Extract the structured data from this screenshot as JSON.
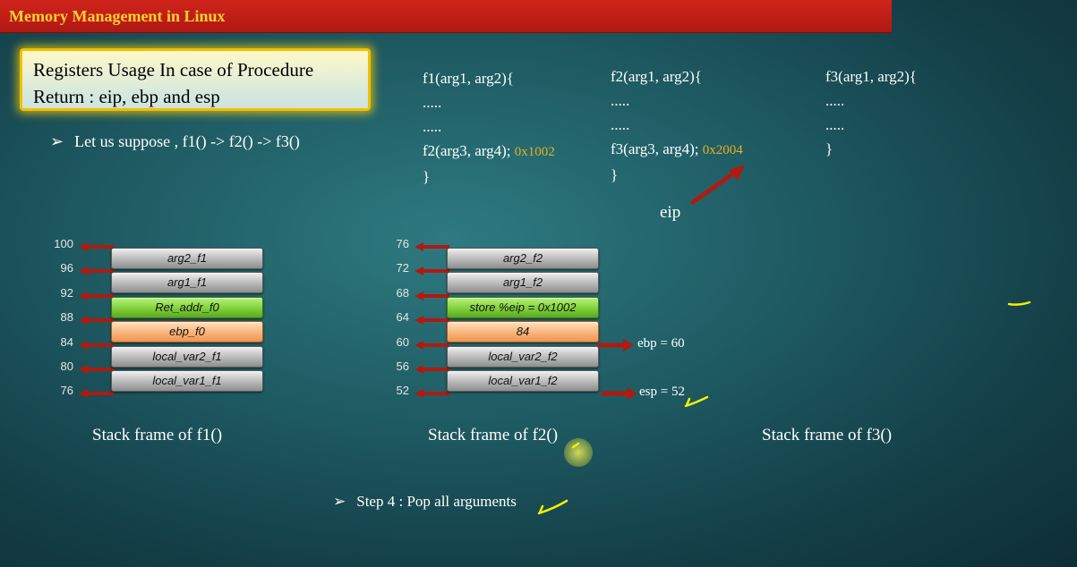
{
  "title": "Memory Management in Linux",
  "topic": {
    "line1": "Registers Usage In case of Procedure",
    "line2": "Return : eip, ebp and esp"
  },
  "suppose_text": "Let us suppose , f1() -> f2() -> f3()",
  "code_f1": {
    "header": "f1(arg1, arg2){",
    "dots1": ".....",
    "dots2": ".....",
    "call": "f2(arg3, arg4);",
    "addr": "0x1002",
    "close": "}"
  },
  "code_f2": {
    "header": "f2(arg1, arg2){",
    "dots1": ".....",
    "dots2": ".....",
    "call": "f3(arg3, arg4);",
    "addr": "0x2004",
    "close": "}"
  },
  "code_f3": {
    "header": "f3(arg1, arg2){",
    "dots1": ".....",
    "dots2": ".....",
    "close": "}"
  },
  "eip_label": "eip",
  "stack_f1": {
    "addresses": [
      "100",
      "96",
      "92",
      "88",
      "84",
      "80",
      "76"
    ],
    "cells": [
      "arg2_f1",
      "arg1_f1",
      "Ret_addr_f0",
      "ebp_f0",
      "local_var2_f1",
      "local_var1_f1"
    ],
    "caption": "Stack frame of f1()"
  },
  "stack_f2": {
    "addresses": [
      "76",
      "72",
      "68",
      "64",
      "60",
      "56",
      "52"
    ],
    "cells": [
      "arg2_f2",
      "arg1_f2",
      "store %eip = 0x1002",
      "84",
      "local_var2_f2",
      "local_var1_f2"
    ],
    "caption": "Stack frame of f2()",
    "ebp_label": "ebp = 60",
    "esp_label": "esp = 52"
  },
  "stack_f3": {
    "caption": "Stack frame of f3()"
  },
  "step_text": "Step 4 : Pop all arguments",
  "colors": {
    "title_bar": "#c41e16",
    "title_text": "#ffd230",
    "address_highlight": "#e8b020",
    "arrow": "#b01a10",
    "highlight_mark": "#f4f000"
  }
}
